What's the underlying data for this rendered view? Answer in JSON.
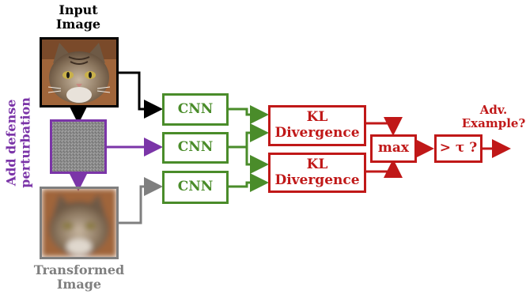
{
  "labels": {
    "input_image": "Input\nImage",
    "add_defense": "Add defense\nperturbation",
    "transformed_image": "Transformed\nImage",
    "adv_example": "Adv.\nExample?"
  },
  "blocks": {
    "cnn_1": "CNN",
    "cnn_2": "CNN",
    "cnn_3": "CNN",
    "kl_1": "KL\nDivergence",
    "kl_2": "KL\nDivergence",
    "max": "max",
    "threshold": "> τ ?"
  },
  "colors": {
    "input": "#000000",
    "perturbation": "#7b35a8",
    "transformed": "#7f7f7f",
    "cnn": "#4a8c2a",
    "kl": "#c01818"
  }
}
